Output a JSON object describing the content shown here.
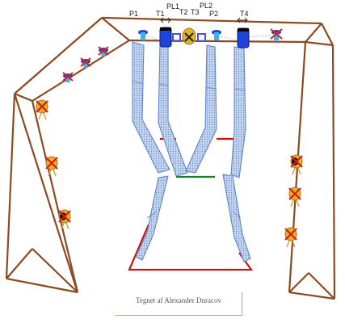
{
  "labels": {
    "p1": "P1",
    "t1": "T1",
    "pl1": "PL1",
    "t2": "T2",
    "t3": "T3",
    "pl2": "PL2",
    "p2": "P2",
    "t4": "T4"
  },
  "caption": "Tegnet af Alexander Duracov",
  "colors": {
    "frame": "#8b4a22",
    "track": "#cc1111",
    "track_green": "#1a7a2a",
    "chute_fill": "#b4c8ec",
    "chute_stroke": "#5e86c4",
    "lamp_blue": "#1e44d8",
    "lamp_yellow": "#e0b428",
    "cross_red": "#e01818",
    "light_cyan": "#33b8ee"
  }
}
